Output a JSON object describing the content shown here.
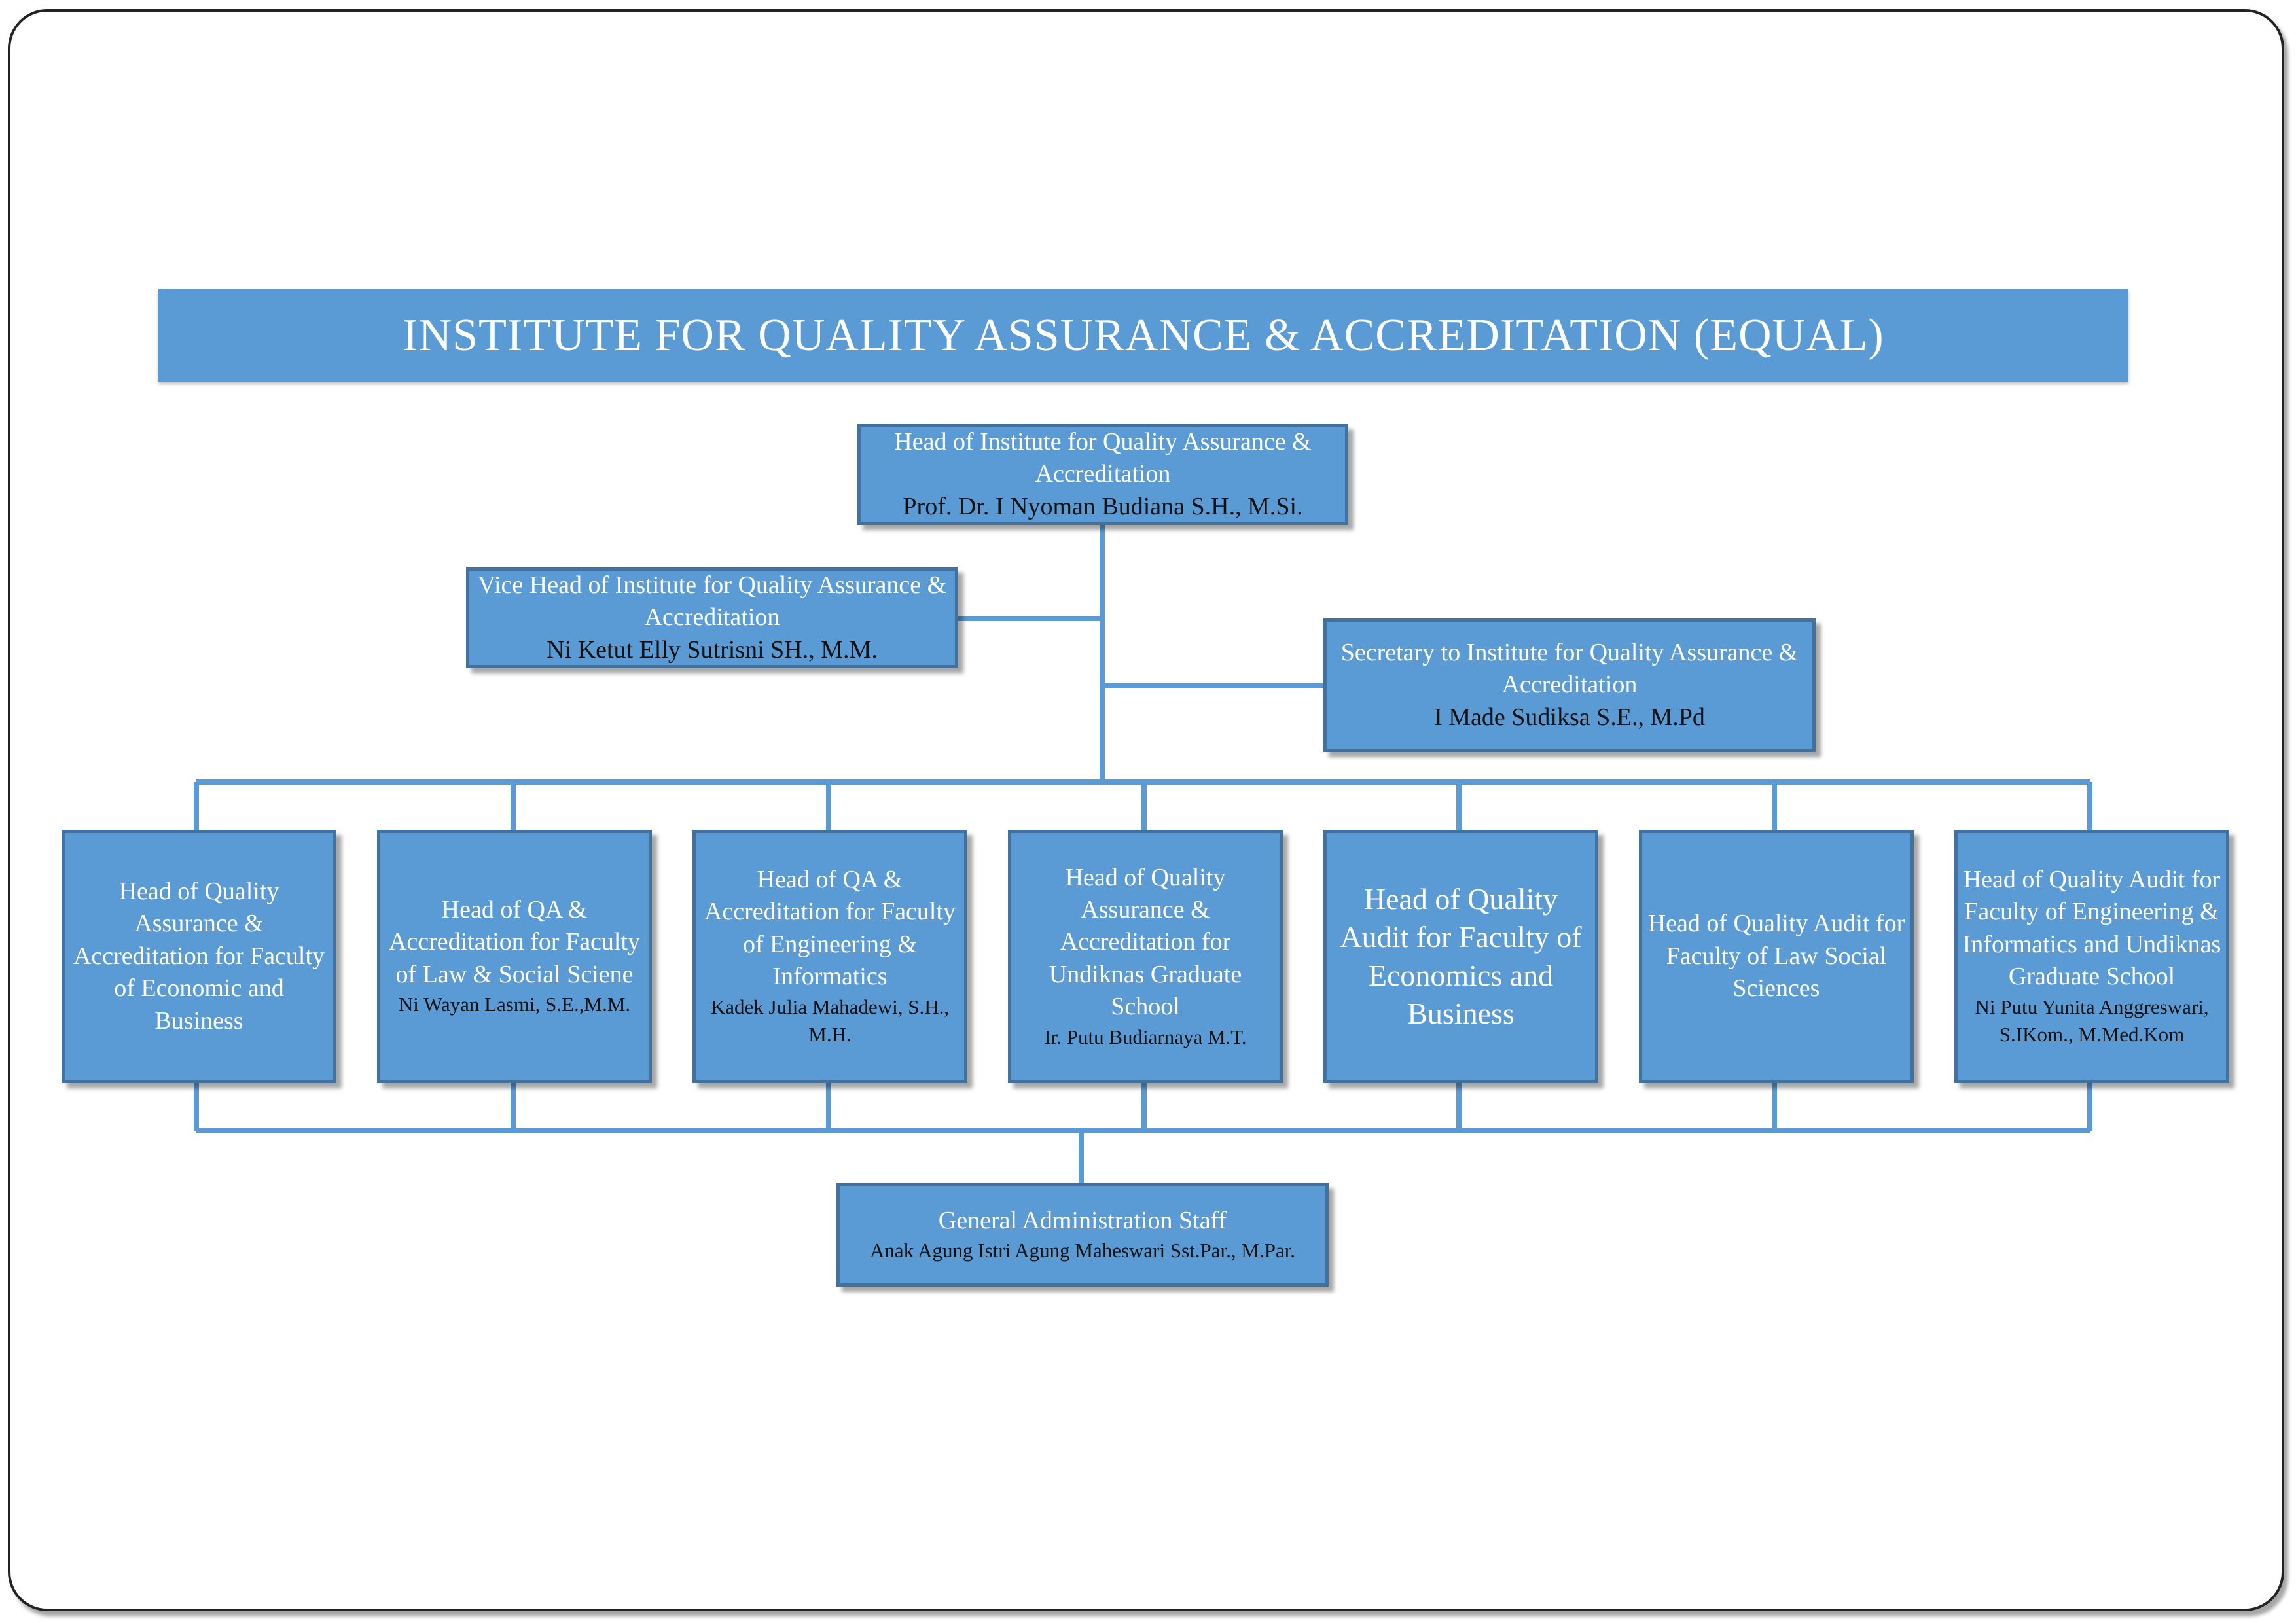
{
  "title": "INSTITUTE FOR QUALITY ASSURANCE & ACCREDITATION (EQUAL)",
  "head": {
    "role": "Head of Institute for Quality Assurance & Accreditation",
    "name": "Prof. Dr. I Nyoman Budiana S.H., M.Si."
  },
  "vice_head": {
    "role": "Vice Head of Institute for Quality Assurance & Accreditation",
    "name": "Ni Ketut Elly Sutrisni SH., M.M."
  },
  "secretary": {
    "role": "Secretary to  Institute for  Quality Assurance & Accreditation",
    "name": "I Made Sudiksa S.E., M.Pd"
  },
  "units": [
    {
      "role": "Head of Quality Assurance & Accreditation for Faculty of Economic and Business",
      "name": ""
    },
    {
      "role": "Head of QA & Accreditation for Faculty of Law & Social Sciene",
      "name": "Ni Wayan Lasmi, S.E.,M.M."
    },
    {
      "role": "Head of QA & Accreditation for Faculty of Engineering & Informatics",
      "name": "Kadek Julia Mahadewi, S.H., M.H."
    },
    {
      "role": "Head of Quality Assurance & Accreditation for Undiknas Graduate School",
      "name": "Ir. Putu Budiarnaya M.T."
    },
    {
      "role": "Head of Quality Audit for Faculty of Economics and Business",
      "name": ""
    },
    {
      "role": "Head of Quality Audit for Faculty of Law Social Sciences",
      "name": ""
    },
    {
      "role": "Head of Quality Audit for Faculty of Engineering & Informatics and Undiknas Graduate School",
      "name": "Ni Putu Yunita Anggreswari, S.IKom., M.Med.Kom"
    }
  ],
  "admin": {
    "role": "General Administration Staff",
    "name": "Anak Agung Istri Agung Maheswari Sst.Par., M.Par."
  },
  "colors": {
    "box_fill": "#5b9bd5",
    "box_border": "#41719c",
    "connector": "#5b9bd5"
  }
}
